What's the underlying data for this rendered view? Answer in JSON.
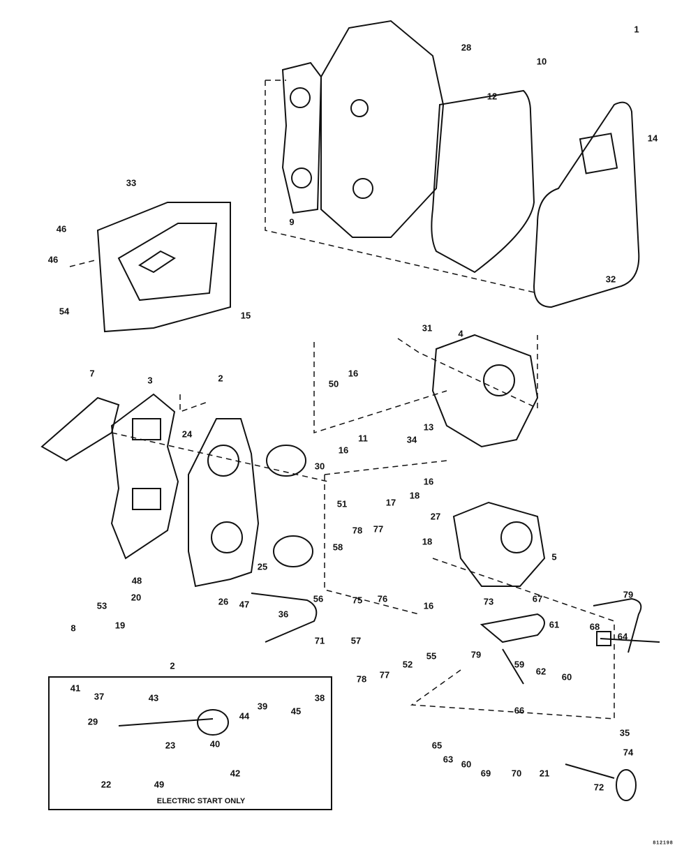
{
  "diagram": {
    "part_labels": [
      "28",
      "10",
      "1",
      "12",
      "14",
      "9",
      "33",
      "46",
      "46",
      "54",
      "15",
      "31",
      "4",
      "32",
      "7",
      "3",
      "2",
      "16",
      "50",
      "11",
      "34",
      "13",
      "16",
      "16",
      "24",
      "30",
      "18",
      "51",
      "17",
      "27",
      "78",
      "77",
      "58",
      "18",
      "5",
      "25",
      "48",
      "20",
      "26",
      "47",
      "56",
      "75",
      "76",
      "16",
      "67",
      "73",
      "79",
      "53",
      "19",
      "8",
      "36",
      "71",
      "57",
      "55",
      "52",
      "78",
      "77",
      "61",
      "68",
      "64",
      "2",
      "79",
      "59",
      "62",
      "60",
      "41",
      "37",
      "43",
      "38",
      "44",
      "39",
      "45",
      "29",
      "40",
      "23",
      "42",
      "22",
      "49",
      "35",
      "74",
      "65",
      "63",
      "66",
      "60",
      "69",
      "70",
      "21",
      "72"
    ],
    "inset_caption": "ELECTRIC START ONLY",
    "drawing_number": "812198"
  }
}
